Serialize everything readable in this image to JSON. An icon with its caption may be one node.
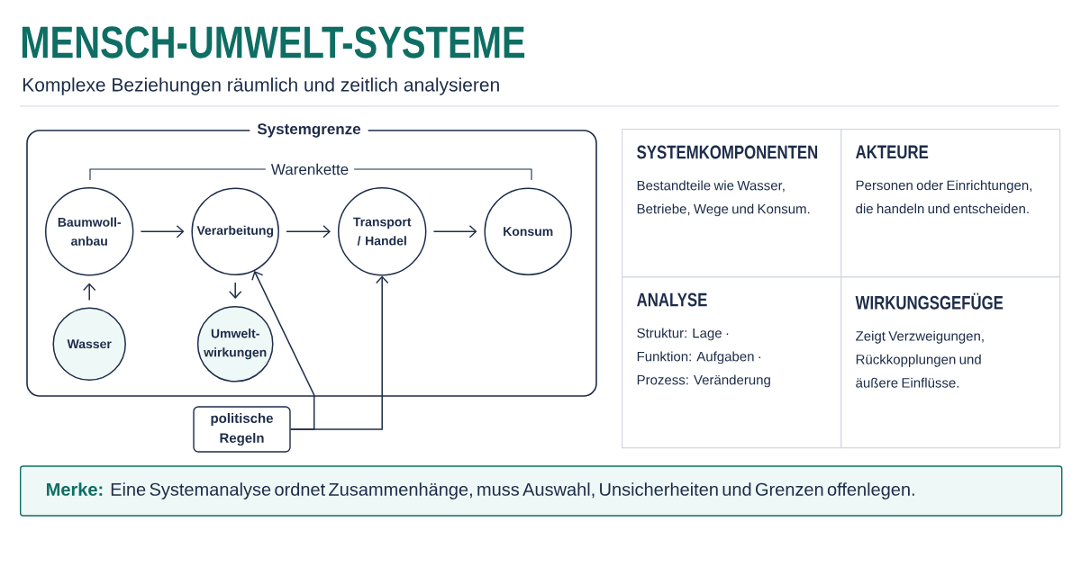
{
  "diagram": {
    "title": "MENSCH-UMWELT-SYSTEME",
    "nodes": [
      {
        "text": [
          "Systemgrenze"
        ]
      },
      {
        "text": [
          "Baumwoll- anbau"
        ],
        "in": 0
      },
      {
        "text": [
          "Verarbeitung"
        ],
        "in": 0
      },
      {
        "text": [
          "Transport / Handel"
        ],
        "in": 0
      },
      {
        "text": [
          "Konsum"
        ],
        "in": 0
      },
      {
        "text": [
          "Wasser"
        ],
        "in": 0
      },
      {
        "text": [
          "Umwelt- wirkungen"
        ],
        "in": 0
      },
      {
        "text": [
          "politische Regeln"
        ]
      },
      {
        "text": [
          "SYSTEMKOMPONENTEN",
          "Bestandteile wie Wasser, Betriebe, Wege und Konsum."
        ]
      },
      {
        "text": [
          "AKTEURE",
          "Personen oder Einrichtungen, die handeln und entscheiden."
        ]
      },
      {
        "text": [
          "ANALYSE",
          "Struktur: Lage · Funktion: Aufgaben · Prozess: Veränderung"
        ]
      },
      {
        "text": [
          "WIRKUNGSGEFÜGE",
          "Zeigt Verzweigungen, Rückkopplungen und äußere Einflüsse."
        ]
      },
      {
        "text": [
          "Merke:",
          "Eine Systemanalyse ordnet Zusammenhänge, muss Auswahl, Unsicherheiten und Grenzen offenlegen."
        ]
      }
    ],
    "edges": [
      {
        "from": 1,
        "to": 2,
        "arrow": "to"
      },
      {
        "from": 2,
        "to": 3,
        "arrow": "to"
      },
      {
        "from": 3,
        "to": 4,
        "arrow": "to"
      },
      {
        "from": 5,
        "to": 1,
        "arrow": "to"
      },
      {
        "from": 2,
        "to": 6,
        "arrow": "to"
      },
      {
        "from": 7,
        "to": 2,
        "arrow": "to"
      },
      {
        "from": 7,
        "to": 3,
        "arrow": "to"
      }
    ],
    "labels": [
      "Komplexe Beziehungen räumlich und zeitlich analysieren",
      "Warenkette"
    ]
  }
}
